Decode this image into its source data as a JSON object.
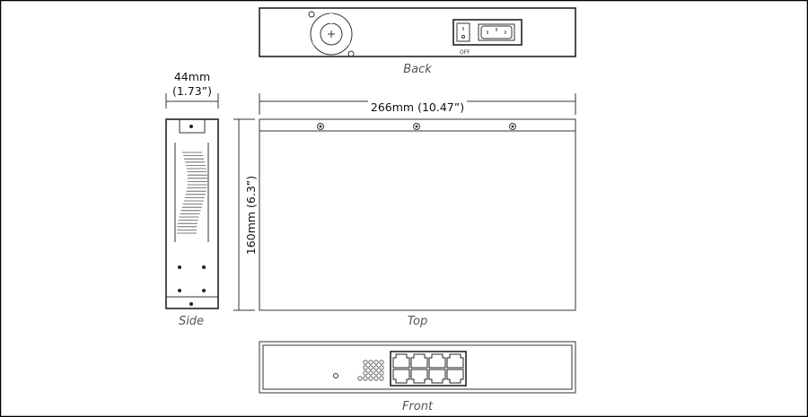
{
  "views": {
    "back": {
      "label": "Back",
      "switch_label": "OFF"
    },
    "side": {
      "label": "Side"
    },
    "top": {
      "label": "Top"
    },
    "front": {
      "label": "Front"
    }
  },
  "dimensions": {
    "width": "266mm (10.47”)",
    "depth": "160mm (6.3”)",
    "height_mm": "44mm",
    "height_in": "(1.73”)"
  },
  "front_panel": {
    "rj45_ports": 8,
    "led_count": 17
  }
}
